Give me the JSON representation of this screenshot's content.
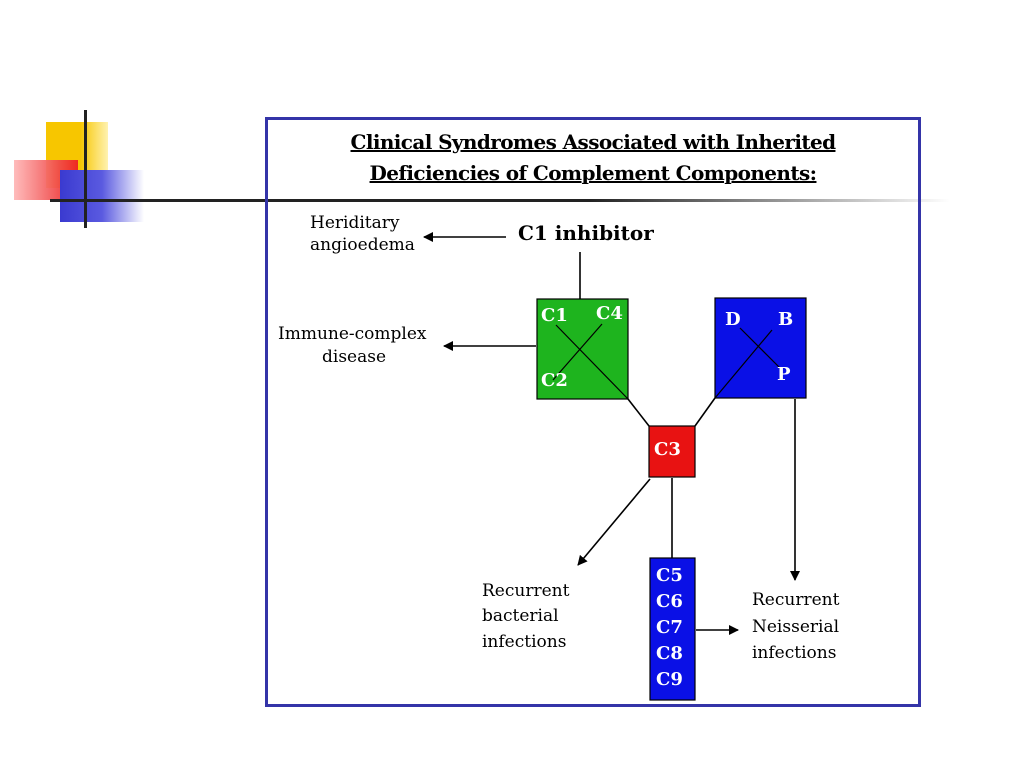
{
  "slide": {
    "title_line1": "Clinical Syndromes Associated with Inherited ",
    "title_line2": "Deficiencies of Complement Components:"
  },
  "diagram": {
    "c1_inhibitor": "C1 inhibitor",
    "hereditary": [
      "Heriditary",
      "angioedema"
    ],
    "immune_complex": [
      "Immune-complex",
      "disease"
    ],
    "bacterial": [
      "Recurrent",
      "bacterial",
      "infections"
    ],
    "neisserial": [
      "Recurrent",
      "Neisserial",
      "infections"
    ],
    "classical_box": {
      "c1": "C1",
      "c4": "C4",
      "c2": "C2"
    },
    "alternative_box": {
      "d": "D",
      "b": "B",
      "p": "P"
    },
    "c3_box": "C3",
    "terminal_box": [
      "C5",
      "C6",
      "C7",
      "C8",
      "C9"
    ],
    "colors": {
      "frame": "#3434a8",
      "classical": "#1eb41e",
      "alternative": "#0a10e6",
      "c3": "#e81212",
      "terminal": "#0a10e6"
    }
  }
}
